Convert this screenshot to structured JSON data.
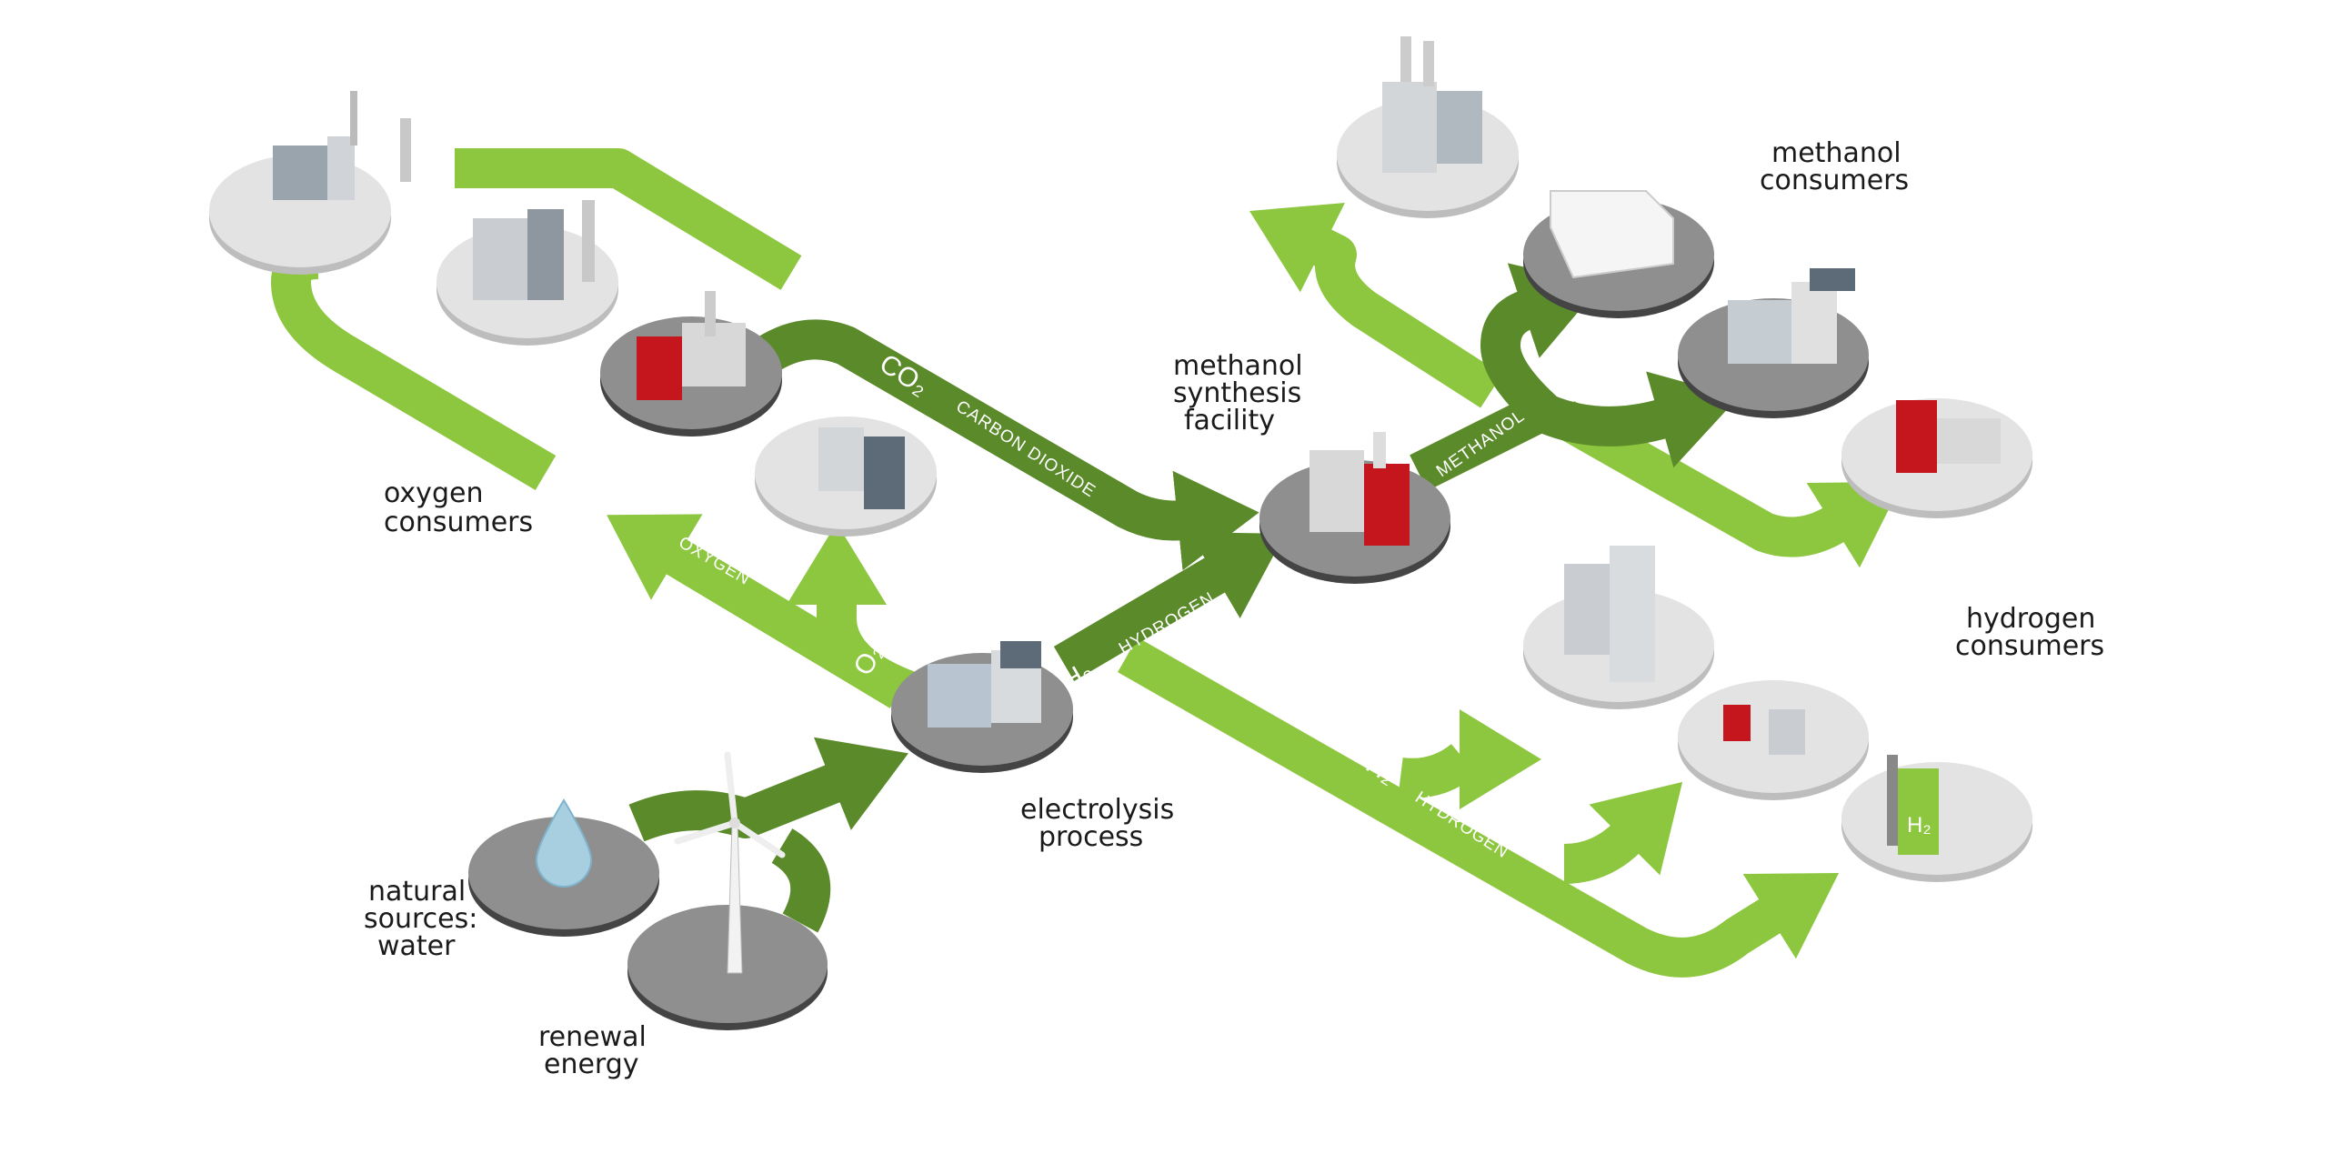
{
  "colors": {
    "light_green": "#8dc63f",
    "dark_green": "#5b8a2a",
    "platform_light": "#e3e3e3",
    "platform_dark": "#8f8f8f",
    "red": "#c4161c"
  },
  "labels": {
    "oxygen_consumers": [
      "oxygen",
      "consumers"
    ],
    "methanol_synthesis": [
      "methanol",
      "synthesis",
      "facility"
    ],
    "methanol_consumers": [
      "methanol",
      "consumers"
    ],
    "hydrogen_consumers": [
      "hydrogen",
      "consumers"
    ],
    "electrolysis": [
      "electrolysis",
      "process"
    ],
    "water": [
      "natural",
      "sources:",
      "water"
    ],
    "renewable": [
      "renewal",
      "energy"
    ]
  },
  "flows": {
    "co2_symbol": "CO₂",
    "co2_name": "CARBON DIOXIDE",
    "h2_symbol": "H₂",
    "h2_name": "HYDROGEN",
    "o2_symbol": "O₂",
    "o2_name": "OXYGEN",
    "methanol_name": "METHANOL",
    "h2_symbol_2": "H₂",
    "h2_name_2": "HYDROGEN"
  },
  "icons": {
    "pump_symbol": "H₂"
  }
}
